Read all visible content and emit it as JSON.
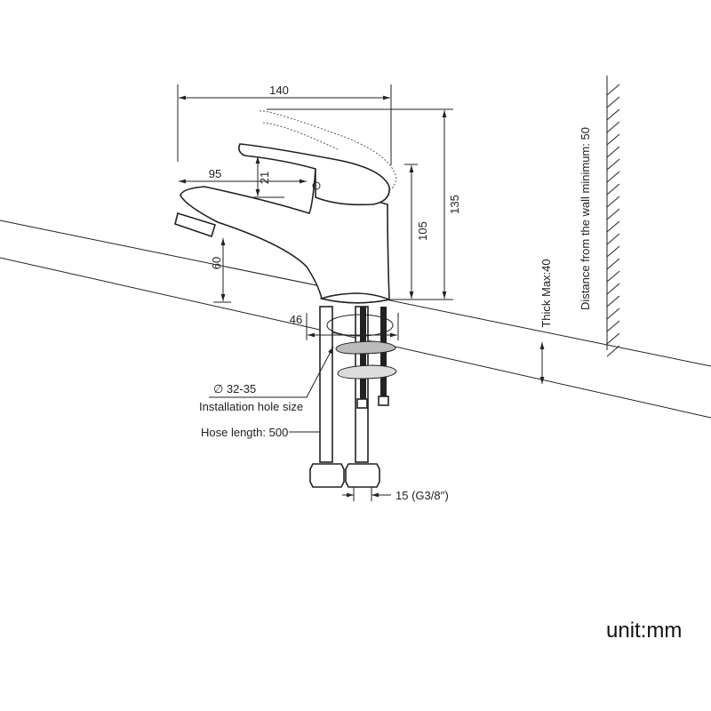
{
  "dimensions": {
    "width": "140",
    "height_total": "135",
    "height_body": "105",
    "spout_reach": "95",
    "lever_gap": "21",
    "spout_height": "60",
    "base_diameter": "46",
    "thick_max": "Thick Max:40",
    "wall_distance": "Distance from the wall minimum: 50",
    "hole_size_value": "∅ 32-35",
    "hole_size_label": "Installation hole size",
    "hose_length": "Hose length: 500",
    "connector": "15  (G3/8′′)"
  },
  "unit": "unit:mm"
}
